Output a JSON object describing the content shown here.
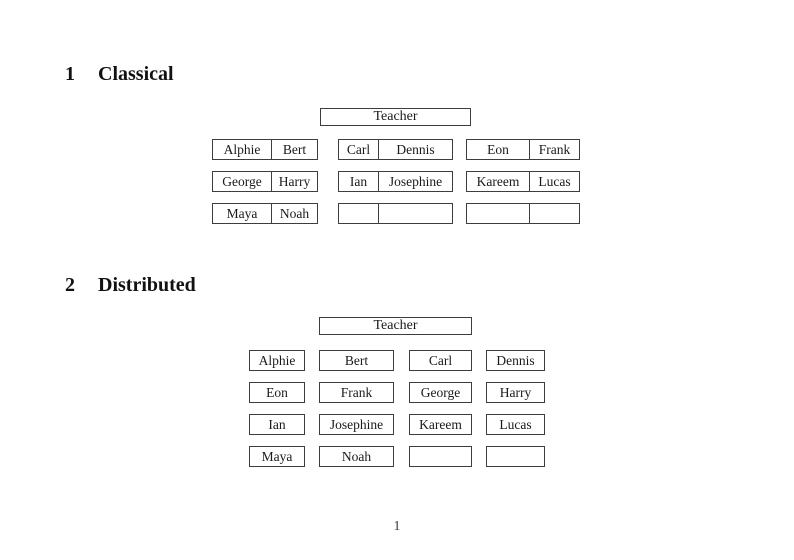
{
  "page": {
    "number": "1"
  },
  "colors": {
    "background": "#ffffff",
    "border": "#3d3d3d",
    "text": "#1a1a1a"
  },
  "sections": [
    {
      "heading_number": "1",
      "heading_title": "Classical",
      "teacher_label": "Teacher",
      "desk_type": "pair",
      "rows": [
        [
          [
            "Alphie",
            "Bert"
          ],
          [
            "Carl",
            "Dennis"
          ],
          [
            "Eon",
            "Frank"
          ]
        ],
        [
          [
            "George",
            "Harry"
          ],
          [
            "Ian",
            "Josephine"
          ],
          [
            "Kareem",
            "Lucas"
          ]
        ],
        [
          [
            "Maya",
            "Noah"
          ],
          [
            "",
            ""
          ],
          [
            "",
            ""
          ]
        ]
      ]
    },
    {
      "heading_number": "2",
      "heading_title": "Distributed",
      "teacher_label": "Teacher",
      "desk_type": "single",
      "rows": [
        [
          "Alphie",
          "Bert",
          "Carl",
          "Dennis"
        ],
        [
          "Eon",
          "Frank",
          "George",
          "Harry"
        ],
        [
          "Ian",
          "Josephine",
          "Kareem",
          "Lucas"
        ],
        [
          "Maya",
          "Noah",
          "",
          ""
        ]
      ]
    }
  ]
}
